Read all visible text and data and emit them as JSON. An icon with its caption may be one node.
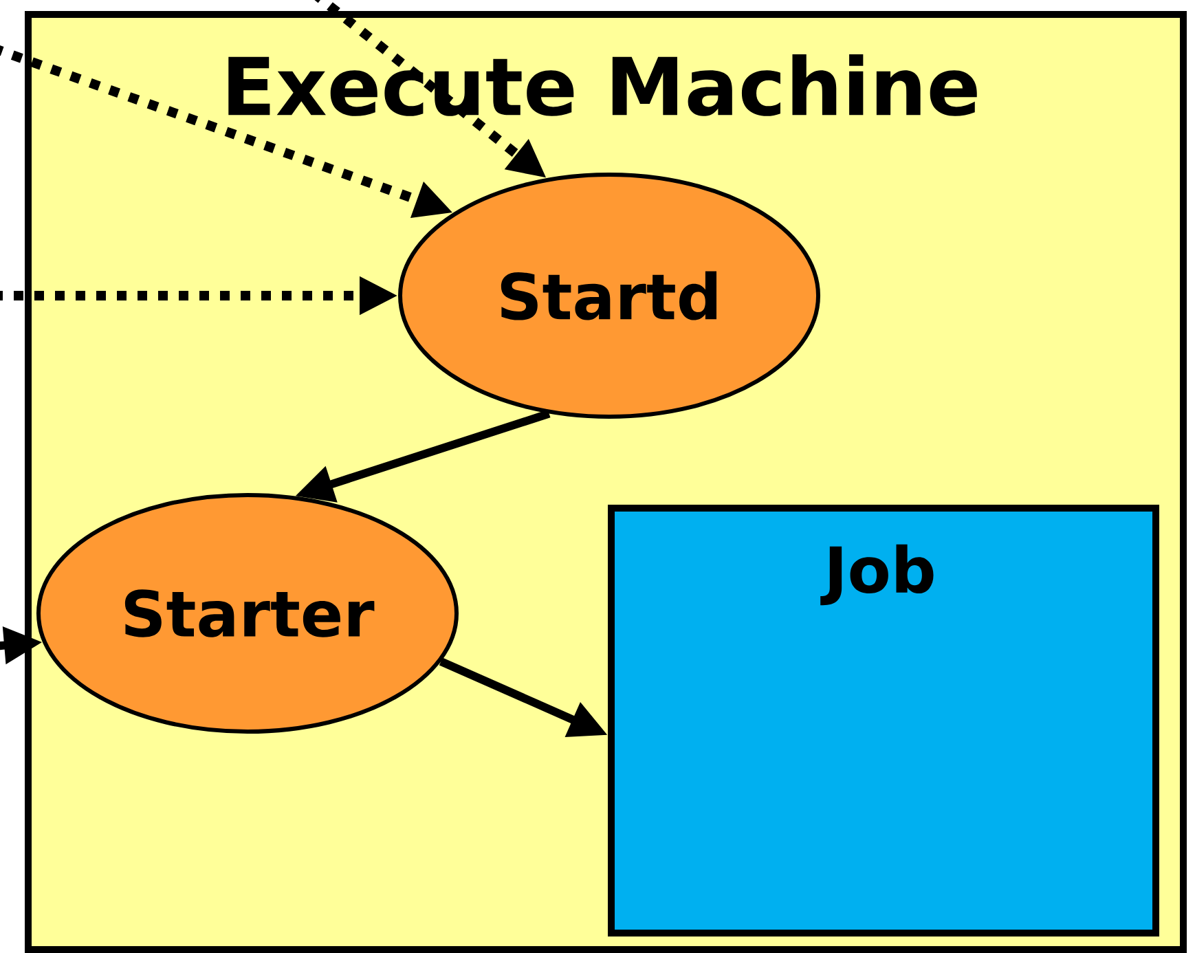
{
  "diagram": {
    "nodes": [
      {
        "text": [
          "Execute Machine"
        ]
      },
      {
        "text": [
          "Startd"
        ],
        "in": 0
      },
      {
        "text": [
          "Starter"
        ],
        "in": 0
      },
      {
        "text": [
          "Job"
        ],
        "in": 0
      }
    ],
    "edges": [
      {
        "from": null,
        "to": 1,
        "arrow": "to",
        "style": "dashed"
      },
      {
        "from": null,
        "to": 1,
        "arrow": "to",
        "style": "dashed"
      },
      {
        "from": null,
        "to": 1,
        "arrow": "to",
        "style": "dashed"
      },
      {
        "from": null,
        "to": 2,
        "arrow": "to"
      },
      {
        "from": 1,
        "to": 2,
        "arrow": "to"
      },
      {
        "from": 2,
        "to": 3,
        "arrow": "to"
      }
    ]
  }
}
